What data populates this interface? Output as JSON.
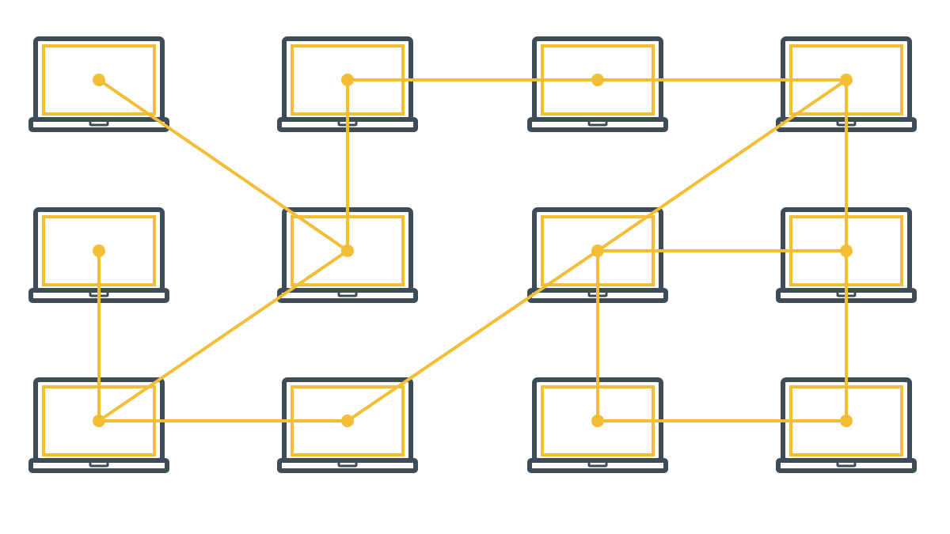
{
  "colors": {
    "background": "#ffffff",
    "laptop_outline": "#3d4c56",
    "screen_accent": "#f3bd36",
    "network_link": "#f3bd36",
    "node_dot": "#f3bd36"
  },
  "grid": {
    "rows": 3,
    "cols": 4
  },
  "nodes": [
    {
      "id": "r1c1",
      "row": 1,
      "col": 1,
      "icon": "laptop-icon"
    },
    {
      "id": "r1c2",
      "row": 1,
      "col": 2,
      "icon": "laptop-icon"
    },
    {
      "id": "r1c3",
      "row": 1,
      "col": 3,
      "icon": "laptop-icon"
    },
    {
      "id": "r1c4",
      "row": 1,
      "col": 4,
      "icon": "laptop-icon"
    },
    {
      "id": "r2c1",
      "row": 2,
      "col": 1,
      "icon": "laptop-icon"
    },
    {
      "id": "r2c2",
      "row": 2,
      "col": 2,
      "icon": "laptop-icon"
    },
    {
      "id": "r2c3",
      "row": 2,
      "col": 3,
      "icon": "laptop-icon"
    },
    {
      "id": "r2c4",
      "row": 2,
      "col": 4,
      "icon": "laptop-icon"
    },
    {
      "id": "r3c1",
      "row": 3,
      "col": 1,
      "icon": "laptop-icon"
    },
    {
      "id": "r3c2",
      "row": 3,
      "col": 2,
      "icon": "laptop-icon"
    },
    {
      "id": "r3c3",
      "row": 3,
      "col": 3,
      "icon": "laptop-icon"
    },
    {
      "id": "r3c4",
      "row": 3,
      "col": 4,
      "icon": "laptop-icon"
    }
  ],
  "links": [
    [
      "r1c1",
      "r2c2"
    ],
    [
      "r1c2",
      "r2c2"
    ],
    [
      "r1c2",
      "r1c3"
    ],
    [
      "r1c3",
      "r1c4"
    ],
    [
      "r1c4",
      "r2c4"
    ],
    [
      "r1c4",
      "r2c3"
    ],
    [
      "r2c3",
      "r3c2"
    ],
    [
      "r2c2",
      "r3c1"
    ],
    [
      "r2c1",
      "r3c1"
    ],
    [
      "r3c1",
      "r3c2"
    ],
    [
      "r2c3",
      "r2c4"
    ],
    [
      "r2c3",
      "r3c3"
    ],
    [
      "r2c4",
      "r3c4"
    ],
    [
      "r3c3",
      "r3c4"
    ]
  ]
}
